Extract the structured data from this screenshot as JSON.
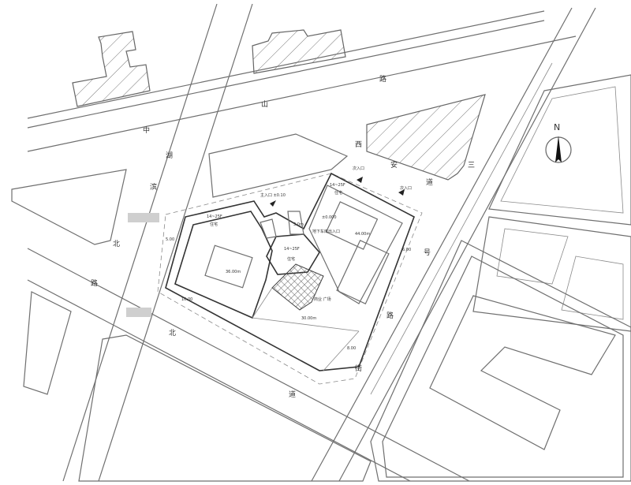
{
  "streets": {
    "north_road_chars": [
      "中",
      "山",
      "路"
    ],
    "west_road_chars": [
      "湖",
      "滨",
      "北"
    ],
    "west_road_lower_chars": [
      "路",
      "北"
    ],
    "south_road_char": "道",
    "east_road_chars": [
      "西",
      "安",
      "道"
    ],
    "east_lane_chars": [
      "三",
      "号",
      "路",
      "街"
    ]
  },
  "compass": {
    "north_label": "N"
  },
  "site": {
    "tower_label_nw": "14~25F",
    "tower_sub_nw": "住宅",
    "tower_label_center": "14~25F",
    "tower_sub_center": "住宅",
    "tower_label_ne": "14~25F",
    "tower_sub_ne": "住宅",
    "elev_center": "±0.000",
    "elev_note": "地下车库出入口",
    "dim_ne": "44.00m",
    "dim_sw": "36.00m",
    "dim_se": "30.00m",
    "plaza_label": "商业 广场",
    "entrance_n": "主入口 ±0.10",
    "entrance_ne": "次入口",
    "entrance_e": "次入口",
    "setback_nw": "5.00",
    "setback_w": "10.00",
    "setback_s": "8.00",
    "setback_e": "6.00",
    "height_mark": "3.0m"
  }
}
